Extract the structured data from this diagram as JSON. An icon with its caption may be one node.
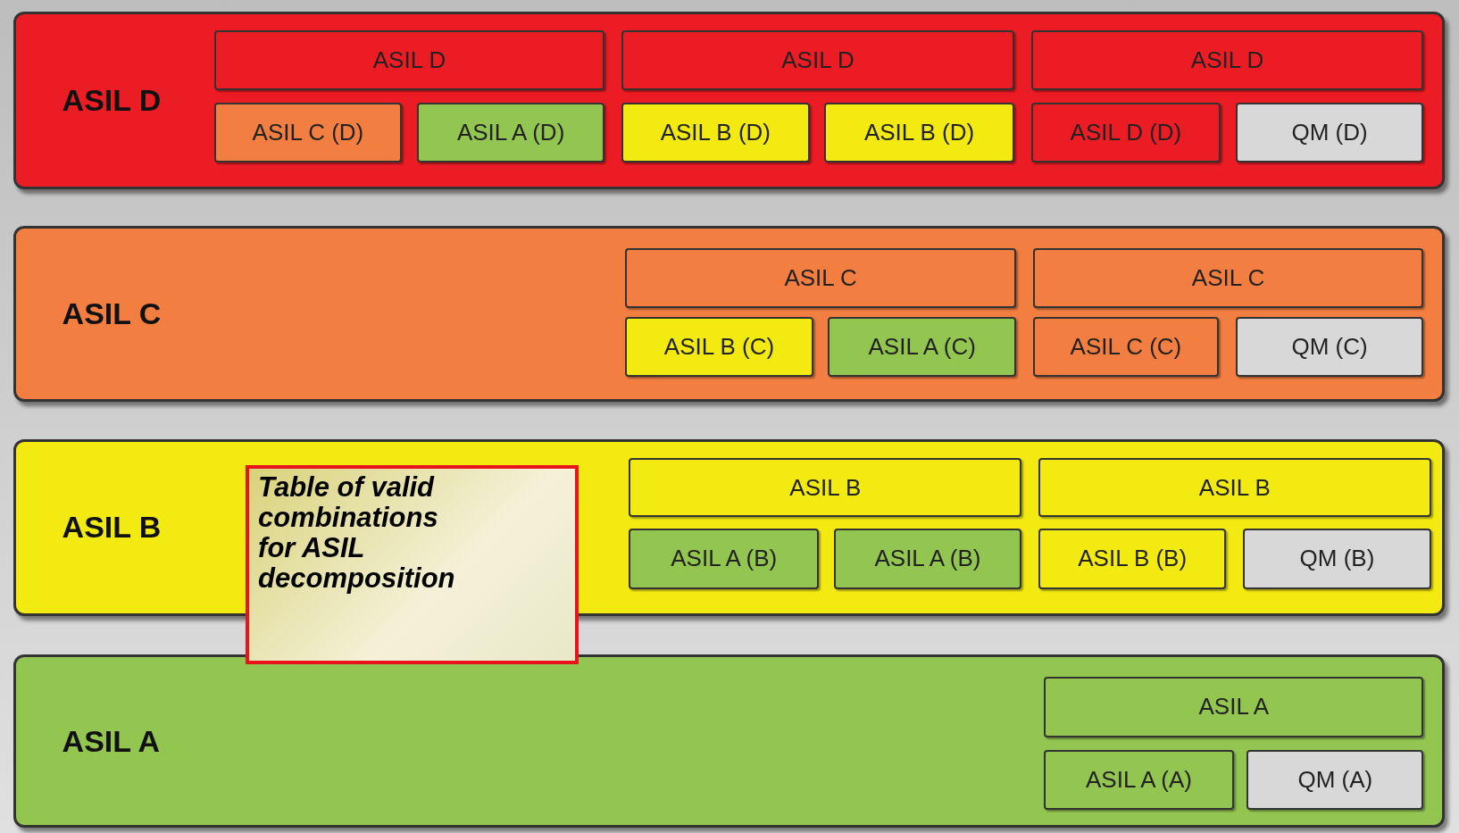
{
  "diagram": {
    "nodes": [
      {
        "text": [
          "ASIL D"
        ]
      },
      {
        "text": [
          "ASIL D"
        ],
        "in": 0
      },
      {
        "text": [
          "ASIL C (D)"
        ],
        "in": 0
      },
      {
        "text": [
          "ASIL A (D)"
        ],
        "in": 0
      },
      {
        "text": [
          "ASIL D"
        ],
        "in": 0
      },
      {
        "text": [
          "ASIL B (D)"
        ],
        "in": 0
      },
      {
        "text": [
          "ASIL B (D)"
        ],
        "in": 0
      },
      {
        "text": [
          "ASIL D"
        ],
        "in": 0
      },
      {
        "text": [
          "ASIL D (D)"
        ],
        "in": 0
      },
      {
        "text": [
          "QM (D)"
        ],
        "in": 0
      },
      {
        "text": [
          "ASIL C"
        ]
      },
      {
        "text": [
          "ASIL C"
        ],
        "in": 10
      },
      {
        "text": [
          "ASIL B (C)"
        ],
        "in": 10
      },
      {
        "text": [
          "ASIL A (C)"
        ],
        "in": 10
      },
      {
        "text": [
          "ASIL C"
        ],
        "in": 10
      },
      {
        "text": [
          "ASIL C (C)"
        ],
        "in": 10
      },
      {
        "text": [
          "QM (C)"
        ],
        "in": 10
      },
      {
        "text": [
          "ASIL B"
        ]
      },
      {
        "text": [
          "ASIL B"
        ],
        "in": 17
      },
      {
        "text": [
          "ASIL A (B)"
        ],
        "in": 17
      },
      {
        "text": [
          "ASIL A (B)"
        ],
        "in": 17
      },
      {
        "text": [
          "ASIL B"
        ],
        "in": 17
      },
      {
        "text": [
          "ASIL B (B)"
        ],
        "in": 17
      },
      {
        "text": [
          "QM (B)"
        ],
        "in": 17
      },
      {
        "text": [
          "Table of valid combinations for ASIL decomposition"
        ]
      },
      {
        "text": [
          "ASIL A"
        ]
      },
      {
        "text": [
          "ASIL A"
        ],
        "in": 25
      },
      {
        "text": [
          "ASIL A (A)"
        ],
        "in": 25
      },
      {
        "text": [
          "QM (A)"
        ],
        "in": 25
      }
    ]
  }
}
